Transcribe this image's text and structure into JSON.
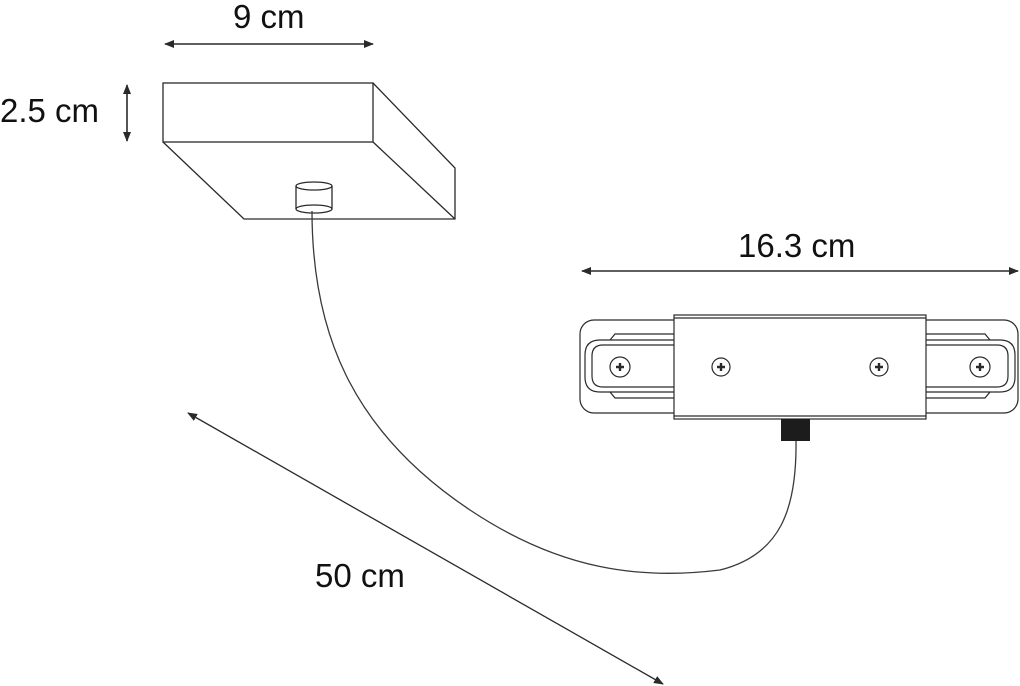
{
  "diagram": {
    "type": "product-dimension-drawing",
    "colors": {
      "background": "#ffffff",
      "line": "#2a2a2a",
      "text": "#111111",
      "connector_block": "#1c1c1c"
    },
    "components": [
      {
        "name": "ceiling-canopy",
        "description": "square ceiling base with cable outlet"
      },
      {
        "name": "track-connector",
        "description": "track adapter with four screws and cable entry block"
      },
      {
        "name": "cable",
        "description": "flexible cable linking canopy to track connector"
      }
    ],
    "dimensions": {
      "canopy_width": "9 cm",
      "canopy_height": "2.5 cm",
      "connector_length": "16.3 cm",
      "cable_length": "50 cm"
    }
  }
}
